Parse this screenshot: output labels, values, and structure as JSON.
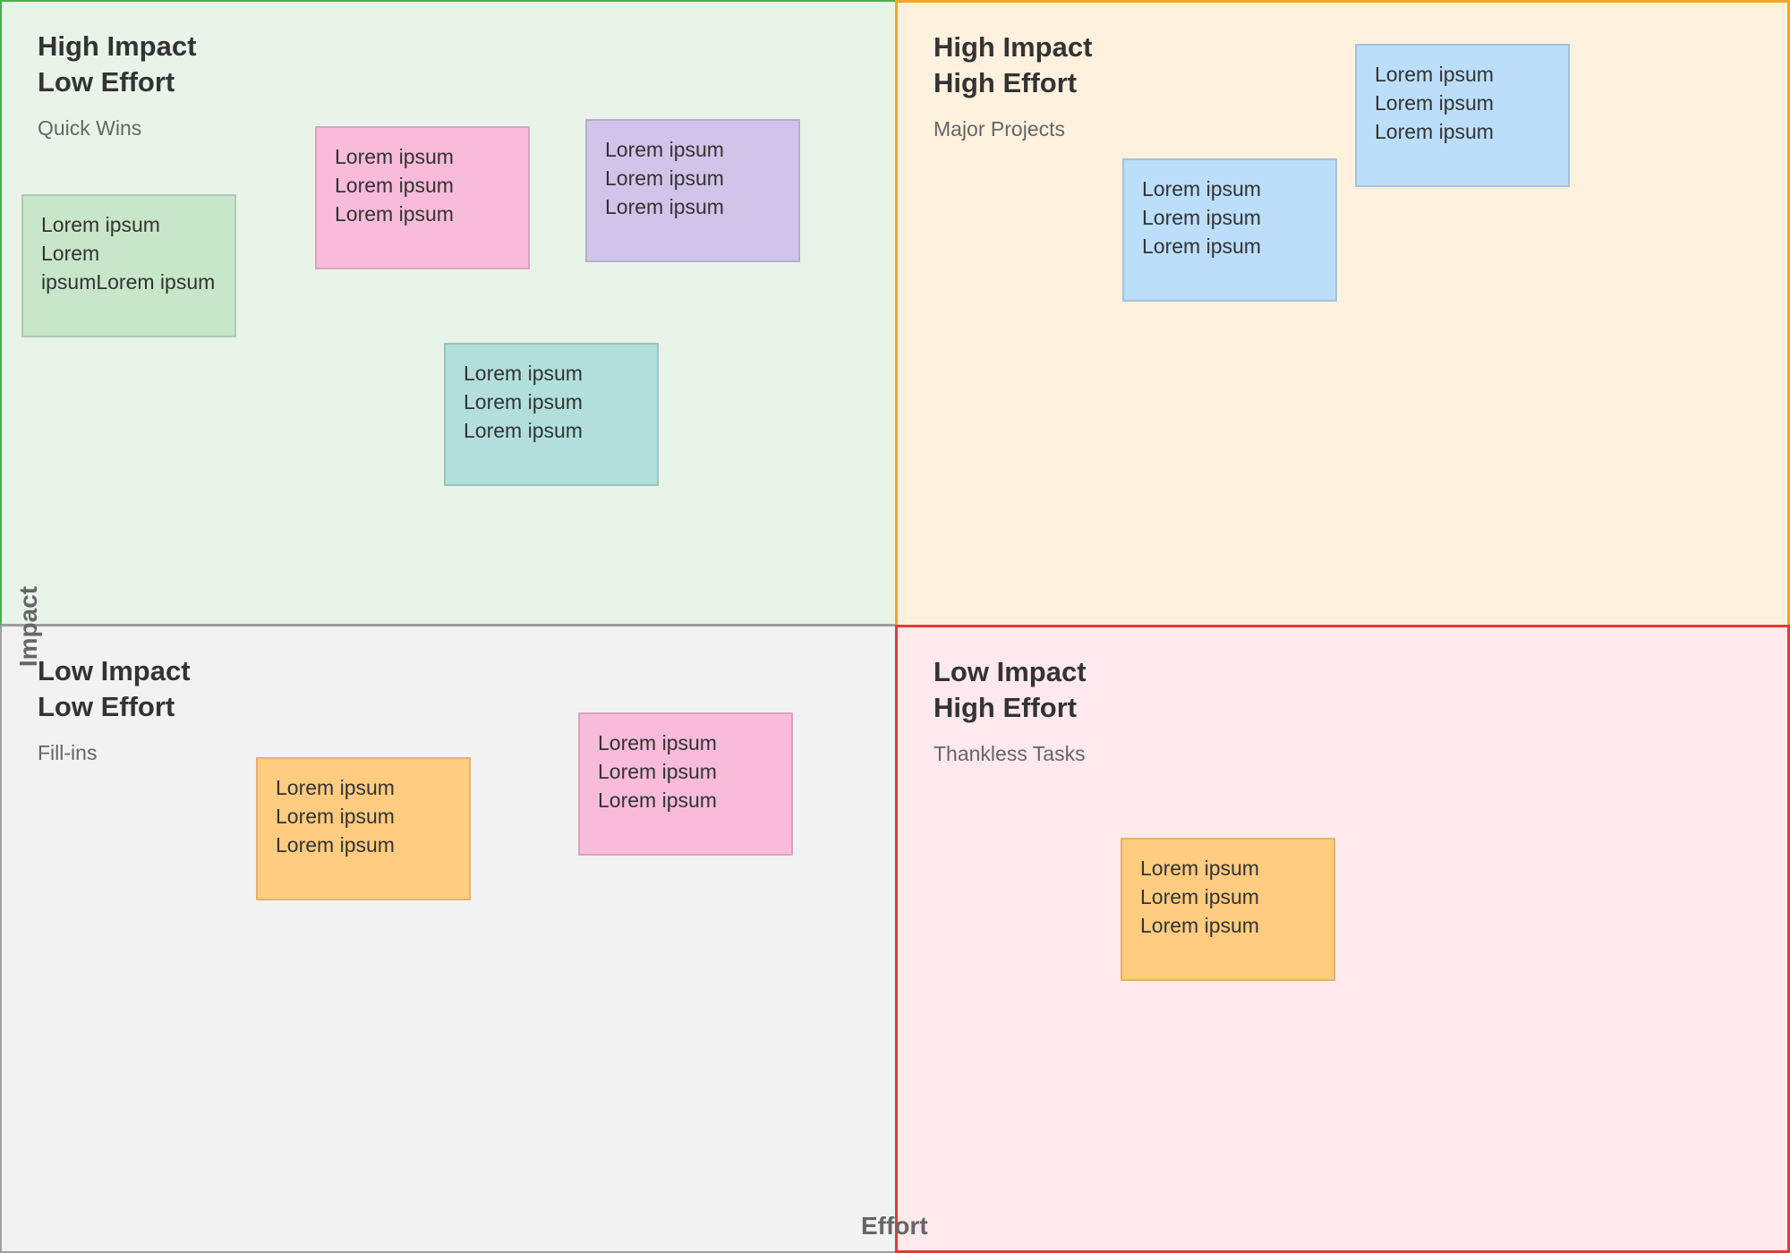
{
  "quadrants": {
    "tl": {
      "title": "High Impact\nLow Effort",
      "subtitle": "Quick Wins"
    },
    "tr": {
      "title": "High Impact\nHigh Effort",
      "subtitle": "Major Projects"
    },
    "bl": {
      "title": "Low Impact\nLow Effort",
      "subtitle": "Fill-ins"
    },
    "br": {
      "title": "Low Impact\nHigh Effort",
      "subtitle": "Thankless Tasks"
    }
  },
  "axes": {
    "x_label": "Effort",
    "y_label": "Impact"
  },
  "notes": [
    {
      "text": "Lorem ipsum\nLorem ipsumLorem ipsum",
      "color": "#c8e6c9"
    },
    {
      "text": "Lorem ipsum\nLorem ipsum\nLorem ipsum",
      "color": "#f8bbd9"
    },
    {
      "text": "Lorem ipsum\nLorem ipsum\nLorem ipsum",
      "color": "#d1c4e9"
    },
    {
      "text": "Lorem ipsum\nLorem ipsum\nLorem ipsum",
      "color": "#b2dfdb"
    },
    {
      "text": "Lorem ipsum\nLorem ipsum\nLorem ipsum",
      "color": "#bbdefb"
    },
    {
      "text": "Lorem ipsum\nLorem ipsum\nLorem ipsum",
      "color": "#bbdefb"
    },
    {
      "text": "Lorem ipsum\nLorem ipsum\nLorem ipsum",
      "color": "#ffcc80"
    },
    {
      "text": "Lorem ipsum\nLorem ipsum\nLorem ipsum",
      "color": "#f8bbd9"
    },
    {
      "text": "Lorem ipsum\nLorem ipsum\nLorem ipsum",
      "color": "#ffcc80"
    }
  ]
}
